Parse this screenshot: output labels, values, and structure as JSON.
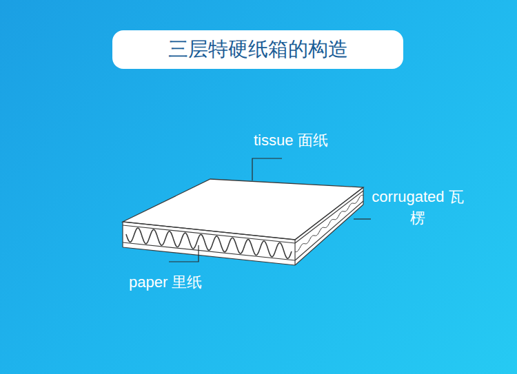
{
  "diagram": {
    "title": "三层特硬纸箱的构造",
    "labels": [
      "tissue 面纸",
      "corrugated 瓦楞",
      "paper 里纸"
    ]
  }
}
